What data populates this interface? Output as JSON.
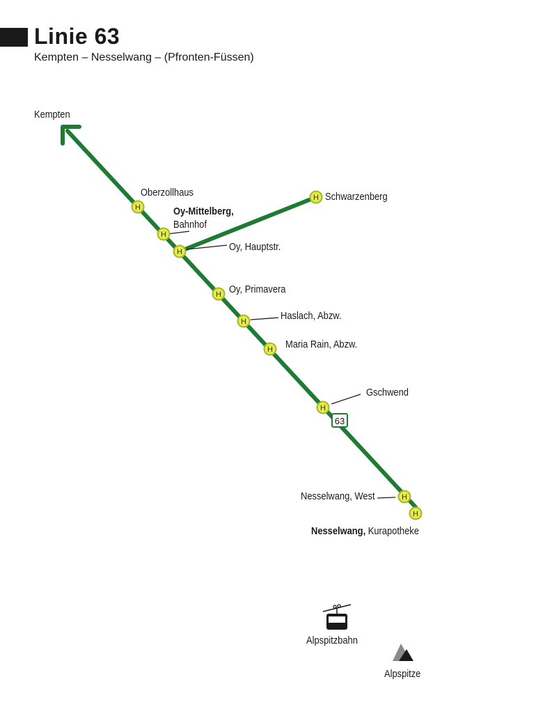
{
  "header": {
    "title": "Linie 63",
    "subtitle": "Kempten – Nesselwang – (Pfronten-Füssen)"
  },
  "map": {
    "direction_label": "Kempten",
    "route_badge": "63",
    "stop_symbol": "H",
    "colors": {
      "line": "#1e7b34",
      "stop_fill": "#e3ec4a",
      "stop_stroke": "#a9b52a",
      "text": "#1a1a1a"
    },
    "stops": {
      "oberzollhaus": "Oberzollhaus",
      "oy_mittelberg_bold": "Oy-Mittelberg,",
      "oy_mittelberg_rest": "Bahnhof",
      "oy_hauptstr": "Oy, Hauptstr.",
      "schwarzenberg": "Schwarzenberg",
      "oy_primavera": "Oy, Primavera",
      "haslach": "Haslach, Abzw.",
      "maria_rain": "Maria Rain, Abzw.",
      "gschwend": "Gschwend",
      "nesselwang_west": "Nesselwang, West",
      "nesselwang_bold": "Nesselwang,",
      "nesselwang_rest": " Kurapotheke"
    },
    "landmarks": {
      "alpspitzbahn": {
        "label": "Alpspitzbahn",
        "icon": "cable-car-icon"
      },
      "alpspitze": {
        "label": "Alpspitze",
        "icon": "mountain-icon"
      }
    }
  }
}
